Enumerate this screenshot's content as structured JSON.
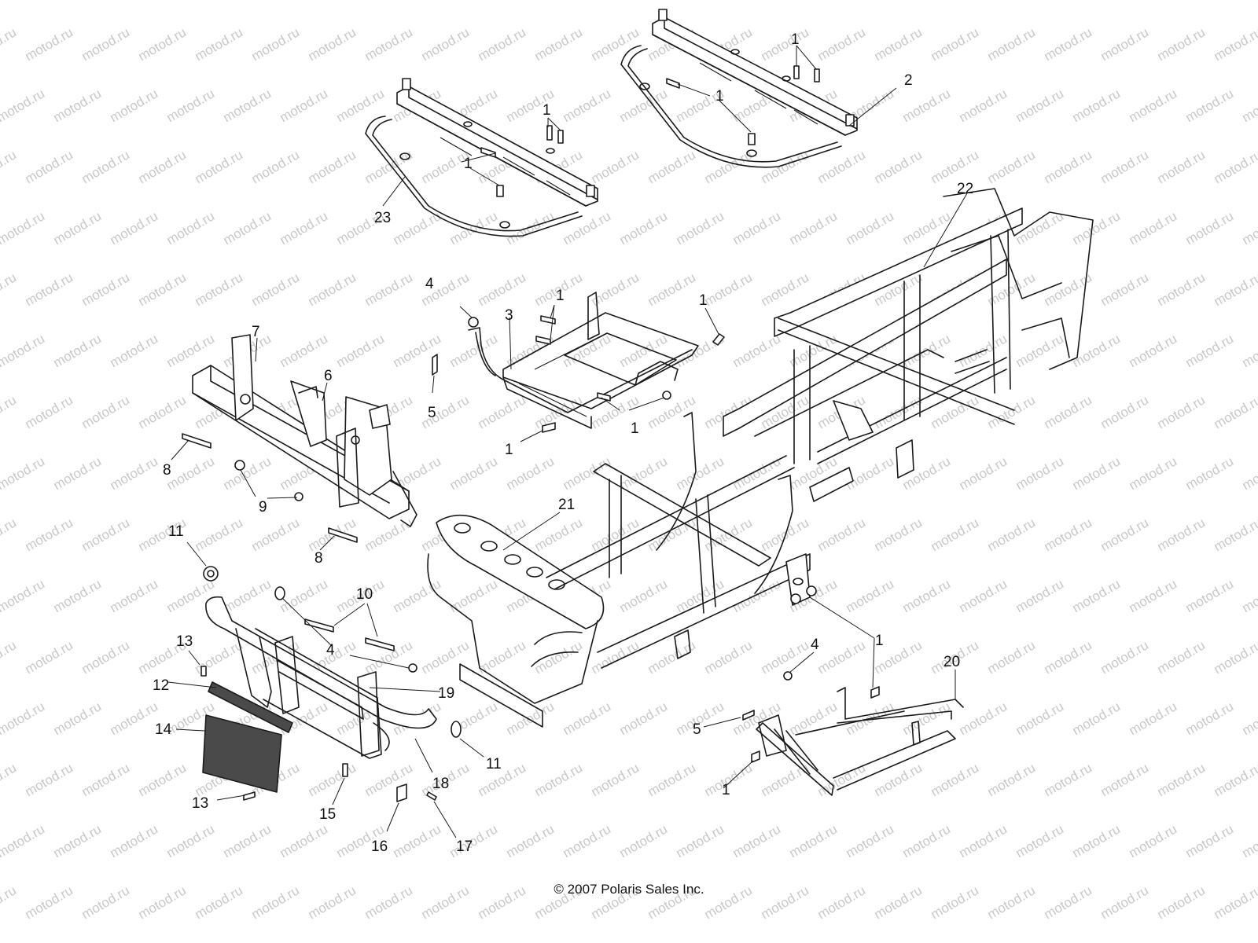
{
  "watermark": "motod.ru",
  "copyright": "© 2007 Polaris Sales Inc.",
  "callouts": [
    {
      "id": "c1a",
      "label": "1"
    },
    {
      "id": "c1b",
      "label": "1"
    },
    {
      "id": "c1c",
      "label": "1"
    },
    {
      "id": "c1d",
      "label": "1"
    },
    {
      "id": "c1e",
      "label": "1"
    },
    {
      "id": "c1f",
      "label": "1"
    },
    {
      "id": "c1g",
      "label": "1"
    },
    {
      "id": "c1h",
      "label": "1"
    },
    {
      "id": "c1i",
      "label": "1"
    },
    {
      "id": "c1j",
      "label": "1"
    },
    {
      "id": "c1k",
      "label": "1"
    },
    {
      "id": "c1l",
      "label": "1"
    },
    {
      "id": "c2",
      "label": "2"
    },
    {
      "id": "c3",
      "label": "3"
    },
    {
      "id": "c4a",
      "label": "4"
    },
    {
      "id": "c4b",
      "label": "4"
    },
    {
      "id": "c4c",
      "label": "4"
    },
    {
      "id": "c5a",
      "label": "5"
    },
    {
      "id": "c5b",
      "label": "5"
    },
    {
      "id": "c6",
      "label": "6"
    },
    {
      "id": "c7",
      "label": "7"
    },
    {
      "id": "c8a",
      "label": "8"
    },
    {
      "id": "c8b",
      "label": "8"
    },
    {
      "id": "c9",
      "label": "9"
    },
    {
      "id": "c10",
      "label": "10"
    },
    {
      "id": "c11a",
      "label": "11"
    },
    {
      "id": "c11b",
      "label": "11"
    },
    {
      "id": "c12",
      "label": "12"
    },
    {
      "id": "c13a",
      "label": "13"
    },
    {
      "id": "c13b",
      "label": "13"
    },
    {
      "id": "c14",
      "label": "14"
    },
    {
      "id": "c15",
      "label": "15"
    },
    {
      "id": "c16",
      "label": "16"
    },
    {
      "id": "c17",
      "label": "17"
    },
    {
      "id": "c18",
      "label": "18"
    },
    {
      "id": "c19",
      "label": "19"
    },
    {
      "id": "c20",
      "label": "20"
    },
    {
      "id": "c21",
      "label": "21"
    },
    {
      "id": "c22",
      "label": "22"
    },
    {
      "id": "c23",
      "label": "23"
    }
  ]
}
